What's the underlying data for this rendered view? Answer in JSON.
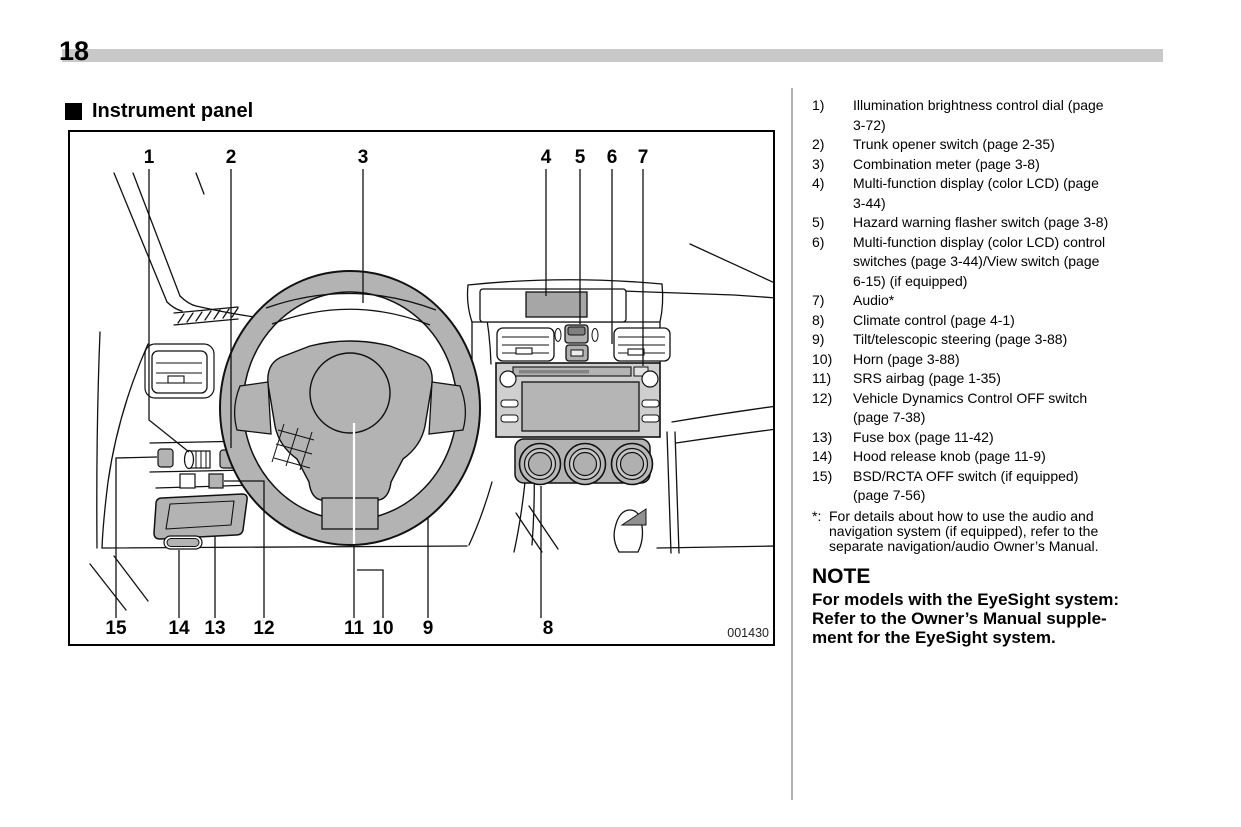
{
  "page": {
    "number": "18"
  },
  "section": {
    "title": "Instrument panel"
  },
  "colors": {
    "diagram_gray": "#b3b3b3",
    "bar_gray": "#c9c9c9",
    "separator_gray": "#b3b3b3"
  },
  "figure": {
    "code": "001430",
    "callouts_top": [
      "1",
      "2",
      "3",
      "4",
      "5",
      "6",
      "7"
    ],
    "callouts_bottom": [
      "15",
      "14",
      "13",
      "12",
      "11",
      "10",
      "9",
      "8"
    ]
  },
  "legend": {
    "items": [
      {
        "label": "1)",
        "lines": [
          "Illumination brightness control dial (page",
          "3-72)"
        ]
      },
      {
        "label": "2)",
        "lines": [
          "Trunk opener switch (page 2-35)"
        ]
      },
      {
        "label": "3)",
        "lines": [
          "Combination meter (page 3-8)"
        ]
      },
      {
        "label": "4)",
        "lines": [
          "Multi-function display (color LCD) (page",
          "3-44)"
        ]
      },
      {
        "label": "5)",
        "lines": [
          "Hazard warning flasher switch (page 3-8)"
        ]
      },
      {
        "label": "6)",
        "lines": [
          "Multi-function display (color LCD) control",
          "switches (page 3-44)/View switch (page",
          "6-15) (if equipped)"
        ]
      },
      {
        "label": "7)",
        "lines": [
          "Audio*"
        ]
      },
      {
        "label": "8)",
        "lines": [
          "Climate control (page 4-1)"
        ]
      },
      {
        "label": "9)",
        "lines": [
          "Tilt/telescopic steering (page 3-88)"
        ]
      },
      {
        "label": "10)",
        "lines": [
          "Horn (page 3-88)"
        ]
      },
      {
        "label": "11)",
        "lines": [
          "SRS airbag (page 1-35)"
        ]
      },
      {
        "label": "12)",
        "lines": [
          "Vehicle Dynamics Control OFF switch",
          "(page 7-38)"
        ]
      },
      {
        "label": "13)",
        "lines": [
          "Fuse box (page 11-42)"
        ]
      },
      {
        "label": "14)",
        "lines": [
          "Hood release knob (page 11-9)"
        ]
      },
      {
        "label": "15)",
        "lines": [
          "BSD/RCTA OFF switch (if equipped)",
          "(page 7-56)"
        ]
      }
    ]
  },
  "footnote": {
    "marker": "*:",
    "lines": [
      "For details about how to use the audio and",
      "navigation system (if equipped), refer to the",
      "separate navigation/audio Owner’s Manual."
    ]
  },
  "note": {
    "title": "NOTE",
    "lines": [
      "For models with the EyeSight system:",
      "Refer to the Owner’s Manual supple-",
      "ment for the EyeSight system."
    ]
  }
}
